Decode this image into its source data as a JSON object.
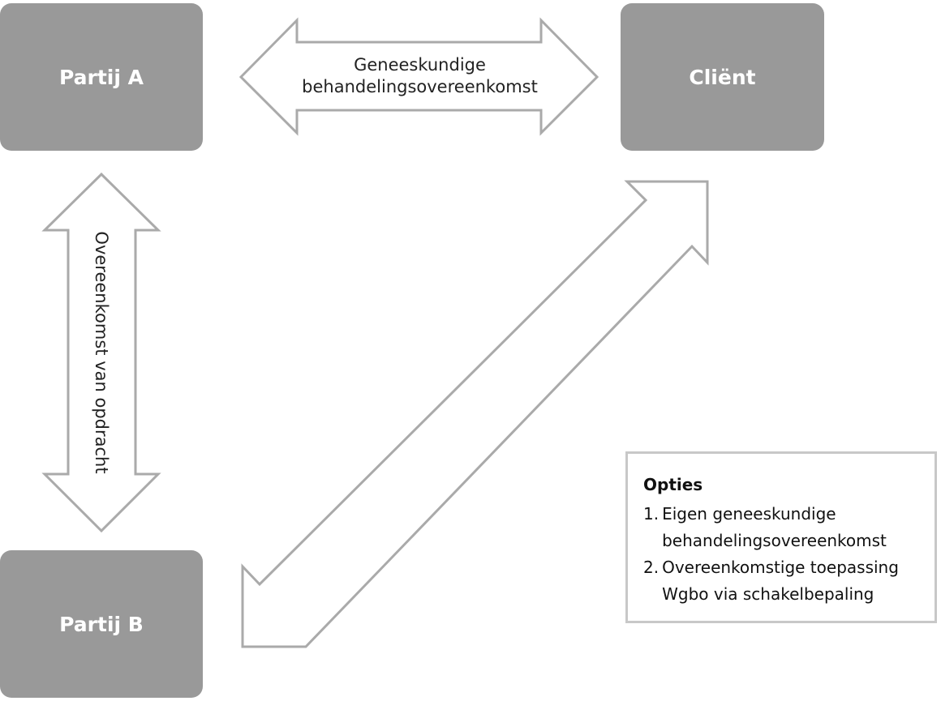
{
  "diagram": {
    "parties": {
      "a": "Partij A",
      "client": "Cliënt",
      "b": "Partij B"
    },
    "relations": {
      "a_client": "Geneeskundige behandelingsovereenkomst",
      "a_b": "Overeenkomst van opdracht"
    },
    "options": {
      "title": "Opties",
      "items": [
        {
          "number": "1.",
          "text": "Eigen geneeskundige behandelingsovereenkomst"
        },
        {
          "number": "2.",
          "text": "Overeenkomstige toepassing Wgbo via schakelbepaling"
        }
      ]
    },
    "colors": {
      "box_fill": "#999999",
      "arrow_stroke": "#aaaaaa",
      "options_border": "#c8c8c8"
    }
  }
}
